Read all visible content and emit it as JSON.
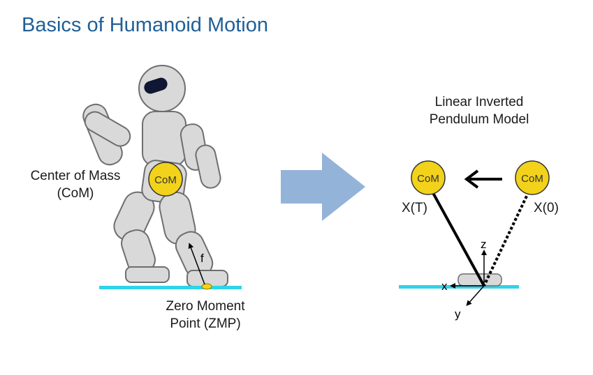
{
  "title": "Basics of Humanoid Motion",
  "left_panel": {
    "com_label_line1": "Center of Mass",
    "com_label_line2": "(CoM)",
    "com_circle_text": "CoM",
    "force_label": "f",
    "zmp_label_line1": "Zero Moment",
    "zmp_label_line2": "Point (ZMP)"
  },
  "right_panel": {
    "model_title_line1": "Linear Inverted",
    "model_title_line2": "Pendulum Model",
    "com_left_text": "CoM",
    "com_right_text": "CoM",
    "x_t_label": "X(T)",
    "x_0_label": "X(0)",
    "axis_z": "z",
    "axis_x": "x",
    "axis_y": "y"
  },
  "colors": {
    "title": "#1f5f97",
    "com_fill": "#f2d21a",
    "ground": "#2fd4e8",
    "arrow_fill": "#93b3d9",
    "robot_fill": "#d9d9d9",
    "robot_stroke": "#6e6e6e"
  }
}
